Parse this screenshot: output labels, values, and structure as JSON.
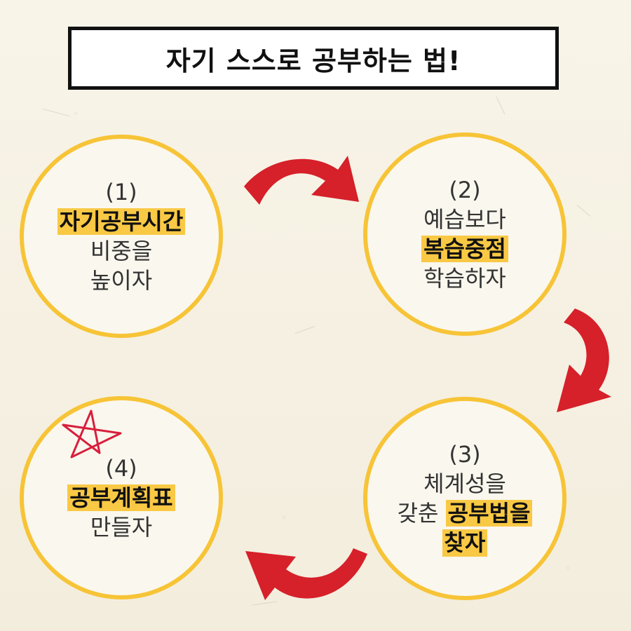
{
  "title": "자기 스스로 공부하는 법!",
  "steps": [
    {
      "number": "(1)",
      "highlight": "자기공부시간",
      "line2": "비중을",
      "line3": "높이자"
    },
    {
      "number": "(2)",
      "line1": "예습보다",
      "highlight": "복습중점",
      "line3": "학습하자"
    },
    {
      "number": "(3)",
      "line1": "체계성을",
      "prefix": "갖춘",
      "highlight": "공부법을",
      "highlight2": "찾자"
    },
    {
      "number": "(4)",
      "highlight": "공부계획표",
      "line2": "만들자"
    }
  ],
  "colors": {
    "circle_border": "#f7c437",
    "highlight": "#f9c945",
    "arrow": "#d6202a",
    "star": "#d81f3c"
  },
  "icons": [
    "curved-arrow-icon",
    "star-doodle-icon"
  ]
}
